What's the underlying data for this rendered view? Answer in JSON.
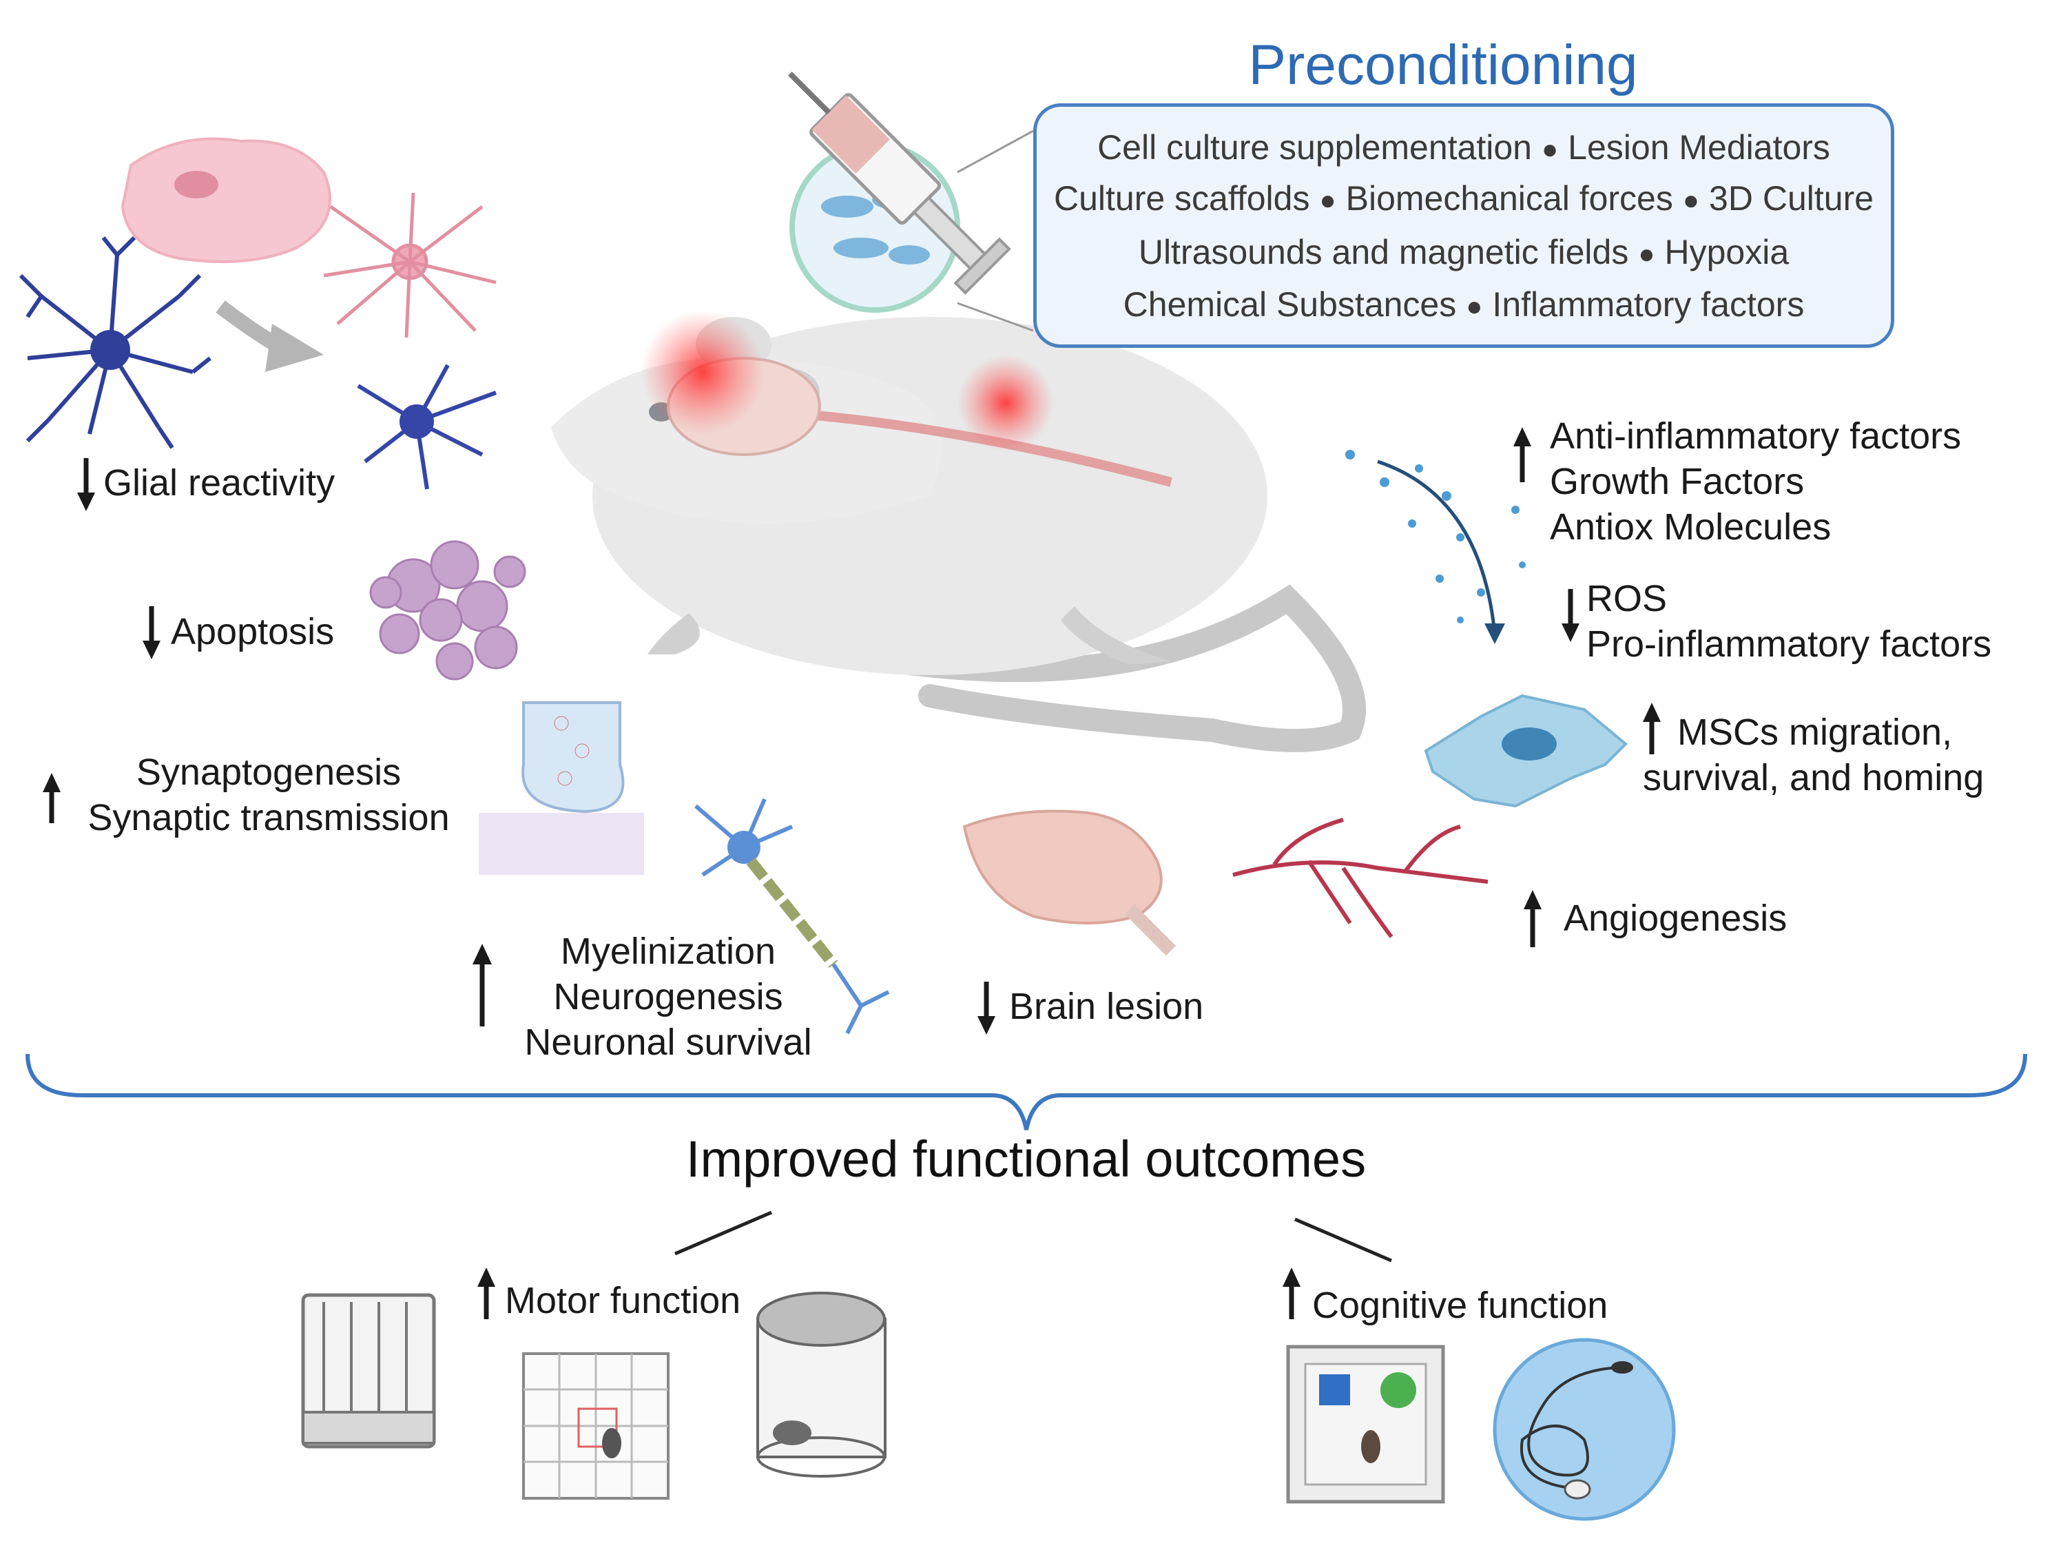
{
  "preconditioning": {
    "title": "Preconditioning",
    "rows": [
      [
        "Cell culture supplementation",
        "Lesion Mediators"
      ],
      [
        "Culture scaffolds",
        "Biomechanical forces",
        "3D Culture"
      ],
      [
        "Ultrasounds and magnetic fields",
        "Hypoxia"
      ],
      [
        "Chemical Substances",
        "Inflammatory factors"
      ]
    ]
  },
  "effects": {
    "glial": "Glial reactivity",
    "apoptosis": "Apoptosis",
    "synapto_1": "Synaptogenesis",
    "synapto_2": "Synaptic transmission",
    "myelin_1": "Myelinization",
    "myelin_2": "Neurogenesis",
    "myelin_3": "Neuronal survival",
    "brain_lesion": "Brain lesion",
    "angiogenesis": "Angiogenesis",
    "factors_up_1": "Anti-inflammatory factors",
    "factors_up_2": "Growth Factors",
    "factors_up_3": "Antiox Molecules",
    "factors_down_1": "ROS",
    "factors_down_2": "Pro-inflammatory factors",
    "msc_1": "MSCs migration,",
    "msc_2": "survival, and homing"
  },
  "outcomes": {
    "title": "Improved functional outcomes",
    "motor": "Motor function",
    "cognitive": "Cognitive function"
  },
  "colors": {
    "accent_blue": "#2d6ab3",
    "box_border": "#4a80c3",
    "arrow": "#1a1a1a"
  }
}
